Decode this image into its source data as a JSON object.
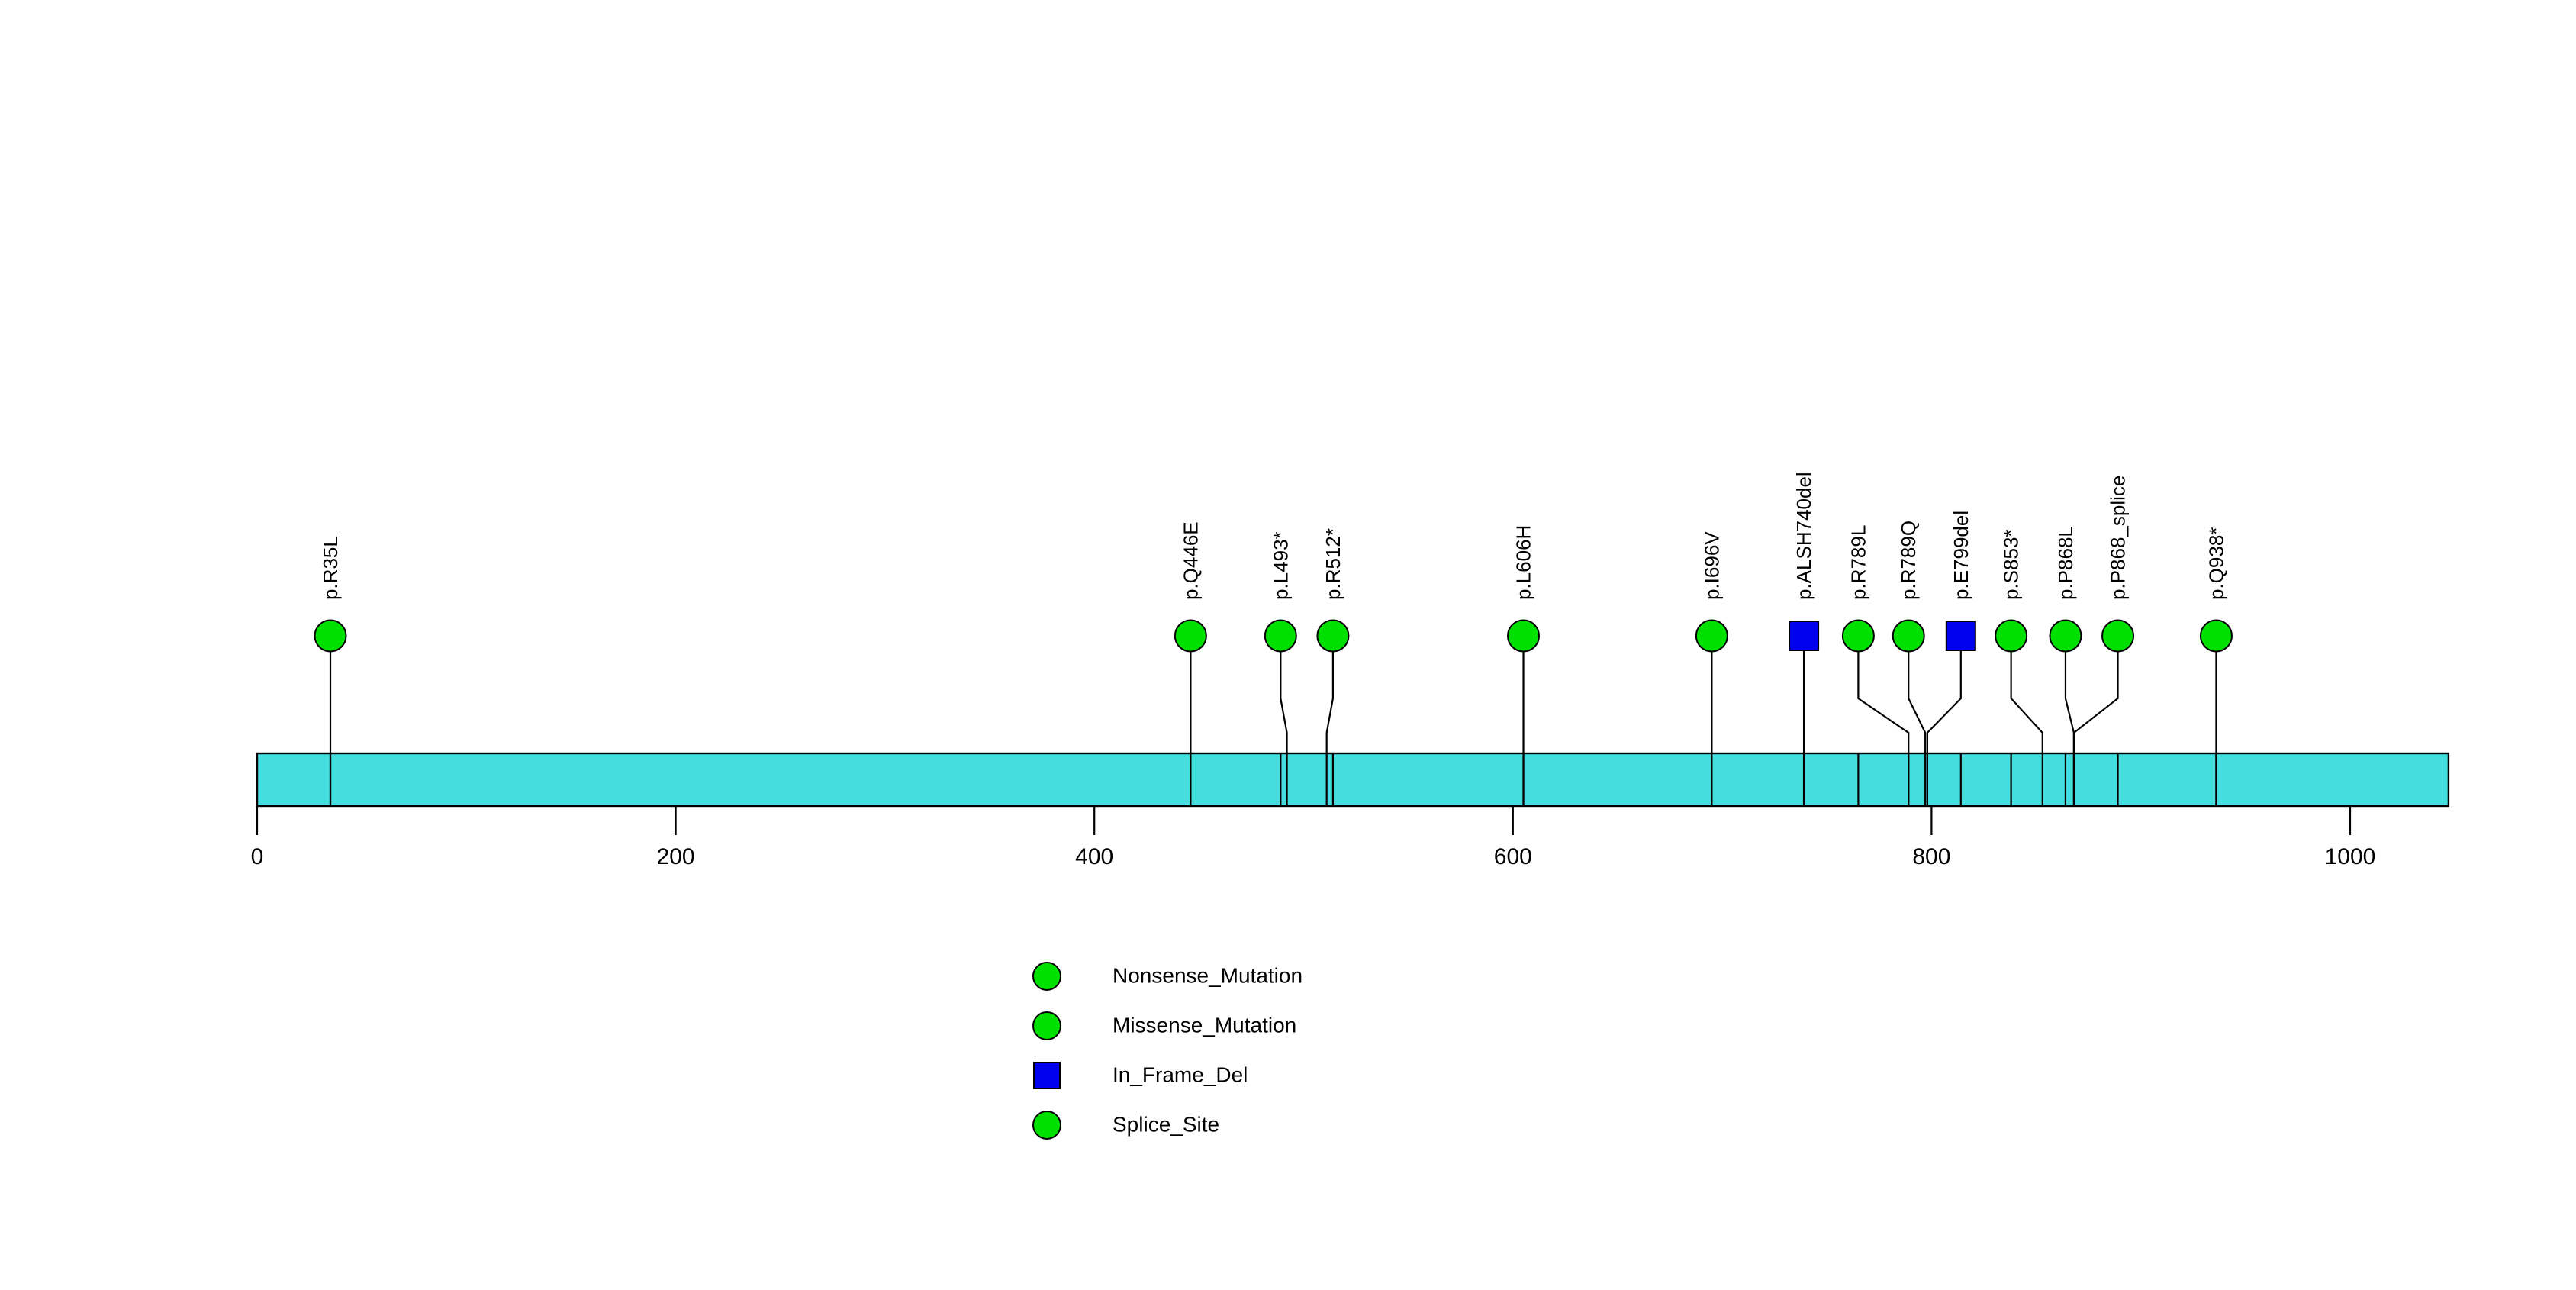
{
  "chart_data": {
    "type": "lollipop",
    "title": "",
    "subtitle": "",
    "xlabel": "",
    "ylabel": "",
    "xlim": [
      0,
      1047
    ],
    "grid": false,
    "axis_ticks": [
      {
        "value": 0,
        "label": "0"
      },
      {
        "value": 200,
        "label": "200"
      },
      {
        "value": 400,
        "label": "400"
      },
      {
        "value": 600,
        "label": "600"
      },
      {
        "value": 800,
        "label": "800"
      },
      {
        "value": 1000,
        "label": "1000"
      }
    ],
    "protein_bar": {
      "start": 0,
      "end": 1047,
      "color": "#45DEDE",
      "border_color": "#000000",
      "segment_boundaries": [
        35,
        446,
        489,
        514,
        605,
        695,
        739,
        765,
        789,
        814,
        838,
        864,
        889,
        936
      ]
    },
    "mutations": [
      {
        "label": "p.R35L",
        "position": 35,
        "stem_base": 35,
        "shape": "circle",
        "color": "#00E000",
        "type": "Nonsense_Mutation"
      },
      {
        "label": "p.Q446E",
        "position": 446,
        "stem_base": 446,
        "shape": "circle",
        "color": "#00E000",
        "type": "Missense_Mutation"
      },
      {
        "label": "p.L493*",
        "position": 489,
        "stem_base": 492,
        "shape": "circle",
        "color": "#00E000",
        "type": "Nonsense_Mutation"
      },
      {
        "label": "p.R512*",
        "position": 514,
        "stem_base": 511,
        "shape": "circle",
        "color": "#00E000",
        "type": "Nonsense_Mutation"
      },
      {
        "label": "p.L606H",
        "position": 605,
        "stem_base": 605,
        "shape": "circle",
        "color": "#00E000",
        "type": "Missense_Mutation"
      },
      {
        "label": "p.I696V",
        "position": 695,
        "stem_base": 695,
        "shape": "circle",
        "color": "#00E000",
        "type": "Missense_Mutation"
      },
      {
        "label": "p.ALSH740del",
        "position": 739,
        "stem_base": 739,
        "shape": "square",
        "color": "#0000EE",
        "type": "In_Frame_Del"
      },
      {
        "label": "p.R789L",
        "position": 765,
        "stem_base": 789,
        "shape": "circle",
        "color": "#00E000",
        "type": "Missense_Mutation"
      },
      {
        "label": "p.R789Q",
        "position": 789,
        "stem_base": 797,
        "shape": "circle",
        "color": "#00E000",
        "type": "Missense_Mutation"
      },
      {
        "label": "p.E799del",
        "position": 814,
        "stem_base": 798,
        "shape": "square",
        "color": "#0000EE",
        "type": "In_Frame_Del"
      },
      {
        "label": "p.S853*",
        "position": 838,
        "stem_base": 853,
        "shape": "circle",
        "color": "#00E000",
        "type": "Nonsense_Mutation"
      },
      {
        "label": "p.P868L",
        "position": 864,
        "stem_base": 868,
        "shape": "circle",
        "color": "#00E000",
        "type": "Missense_Mutation"
      },
      {
        "label": "p.P868_splice",
        "position": 889,
        "stem_base": 868,
        "shape": "circle",
        "color": "#00E000",
        "type": "Splice_Site"
      },
      {
        "label": "p.Q938*",
        "position": 936,
        "stem_base": 936,
        "shape": "circle",
        "color": "#00E000",
        "type": "Nonsense_Mutation"
      }
    ],
    "legend": {
      "position": "bottom-left",
      "entries": [
        {
          "label": "Nonsense_Mutation",
          "shape": "circle",
          "color": "#00E000"
        },
        {
          "label": "Missense_Mutation",
          "shape": "circle",
          "color": "#00E000"
        },
        {
          "label": "In_Frame_Del",
          "shape": "square",
          "color": "#0000EE"
        },
        {
          "label": "Splice_Site",
          "shape": "circle",
          "color": "#00E000"
        }
      ]
    }
  }
}
